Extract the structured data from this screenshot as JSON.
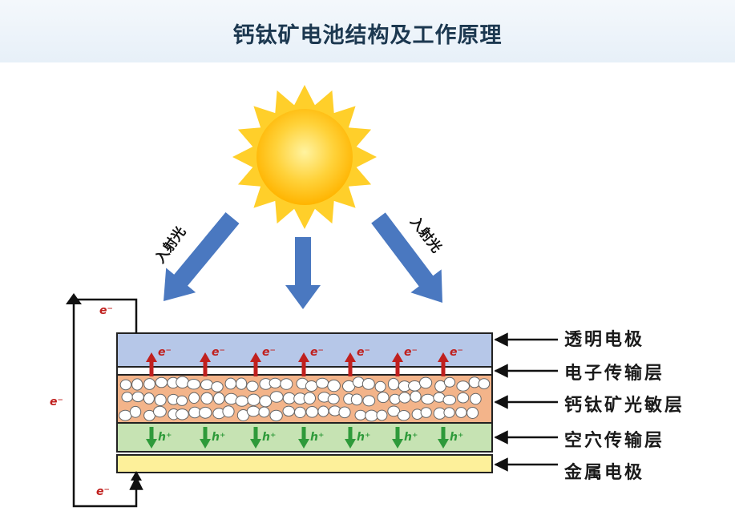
{
  "title": "钙钛矿电池结构及工作原理",
  "incident_light_left": "入射光",
  "incident_light_right": "入射光",
  "layers": [
    {
      "label": "透明电极",
      "color": "#b6c7e8"
    },
    {
      "label": "电子传输层",
      "color": "#ffffff"
    },
    {
      "label": "钙钛矿光敏层",
      "color": "#f3b48a"
    },
    {
      "label": "空穴传输层",
      "color": "#c6e3b3"
    },
    {
      "label": "金属电极",
      "color": "#fdf09a"
    }
  ],
  "carriers": {
    "electron": "e⁻",
    "hole": "h⁺",
    "electron_color": "#c0201e",
    "hole_color": "#2e9a3a"
  },
  "sun_color": "#ffc21a",
  "arrow_color": "#4a78c0"
}
